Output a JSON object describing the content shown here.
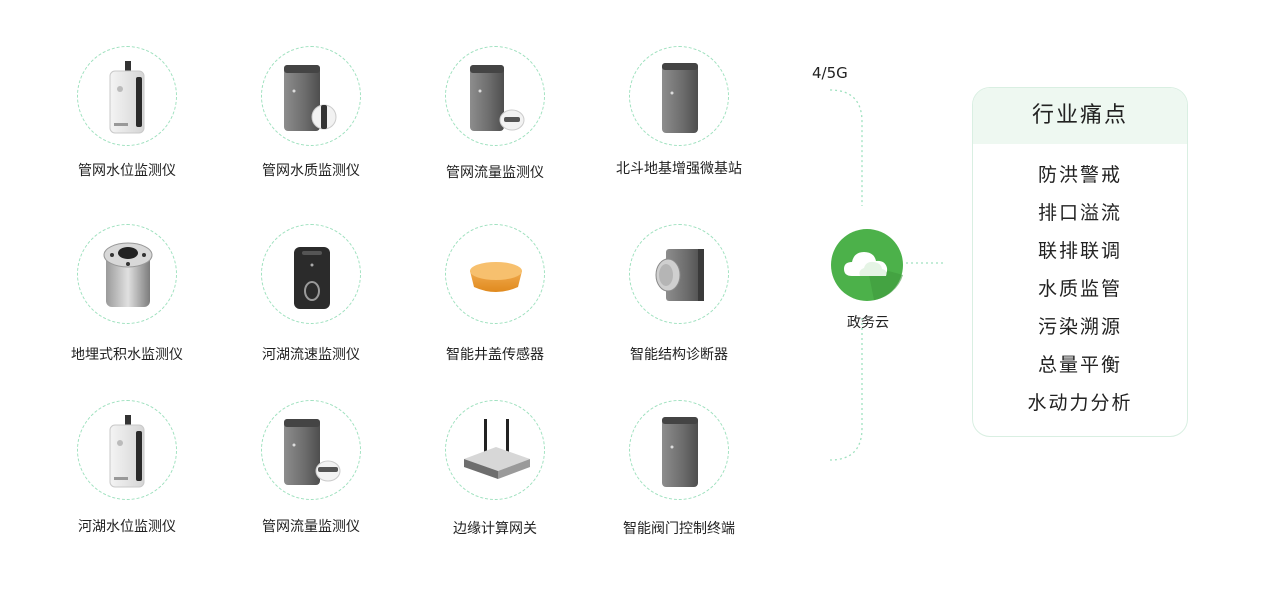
{
  "devices": [
    {
      "label": "管网水位监测仪",
      "icon": "water-level-sensor-icon"
    },
    {
      "label": "管网水质监测仪",
      "icon": "water-quality-sensor-icon"
    },
    {
      "label": "管网流量监测仪",
      "icon": "flow-meter-icon"
    },
    {
      "label": "北斗地基增强微基站",
      "icon": "beidou-base-station-icon"
    },
    {
      "label": "地埋式积水监测仪",
      "icon": "buried-waterlogging-sensor-icon"
    },
    {
      "label": "河湖流速监测仪",
      "icon": "river-velocity-sensor-icon"
    },
    {
      "label": "智能井盖传感器",
      "icon": "manhole-cover-sensor-icon"
    },
    {
      "label": "智能结构诊断器",
      "icon": "structure-diagnosis-icon"
    },
    {
      "label": "河湖水位监测仪",
      "icon": "river-level-sensor-icon"
    },
    {
      "label": "管网流量监测仪",
      "icon": "pipe-flow-meter-icon"
    },
    {
      "label": "边缘计算网关",
      "icon": "edge-gateway-icon"
    },
    {
      "label": "智能阀门控制终端",
      "icon": "valve-control-terminal-icon"
    }
  ],
  "network": {
    "label": "4/5G"
  },
  "cloud": {
    "label": "政务云",
    "icon": "cloud-icon",
    "color": "#4cb14a"
  },
  "panel": {
    "title": "行业痛点",
    "items": [
      "防洪警戒",
      "排口溢流",
      "联排联调",
      "水质监管",
      "污染溯源",
      "总量平衡",
      "水动力分析"
    ]
  },
  "colors": {
    "accent": "#4cb14a",
    "dashed_line": "#9fe1bf",
    "panel_header": "#eef8f1"
  }
}
